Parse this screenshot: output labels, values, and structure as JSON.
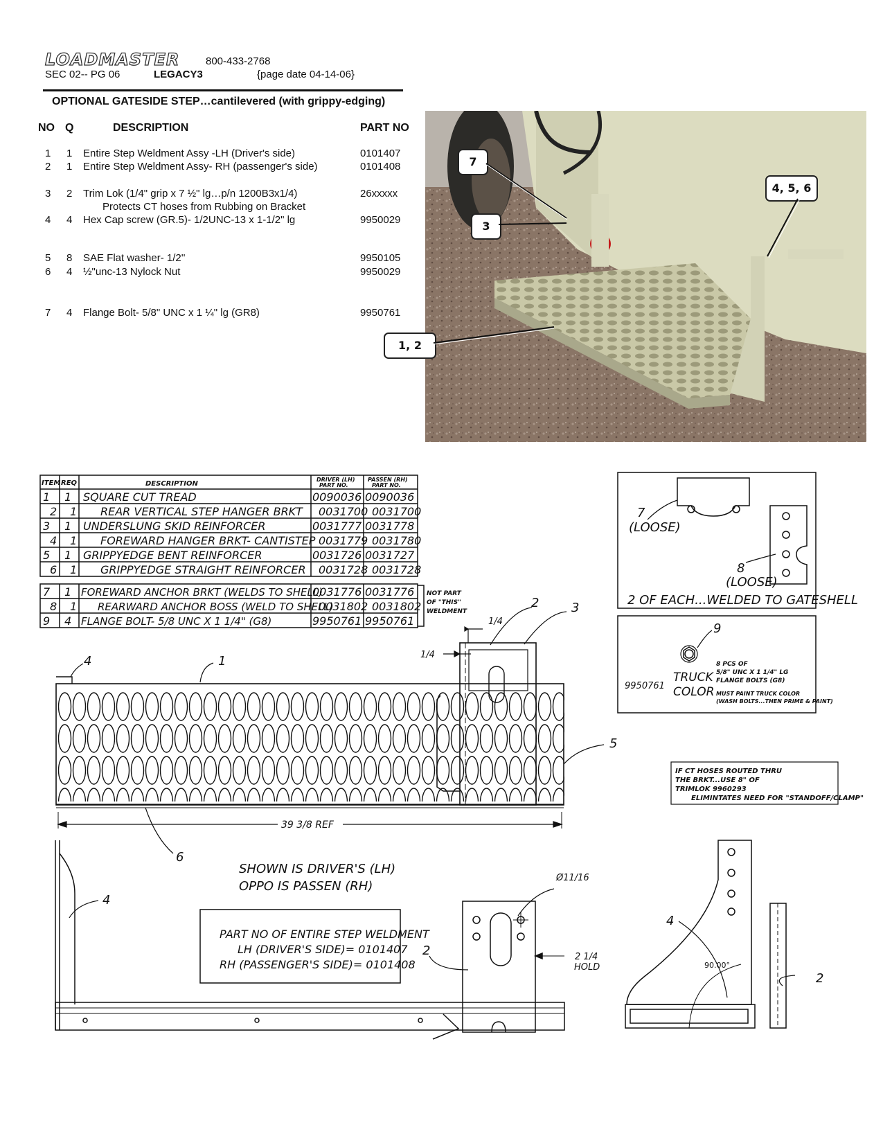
{
  "header": {
    "logo_text": "LOADMASTER",
    "phone": "800-433-2768",
    "section_page": "SEC 02-- PG 06",
    "model": "LEGACY3",
    "page_date": "{page date 04-14-06}"
  },
  "section_title": "OPTIONAL GATESIDE STEP…cantilevered (with grippy-edging)",
  "parts_list": {
    "headers": {
      "no": "NO",
      "q": "Q",
      "description": "DESCRIPTION",
      "part_no": "PART NO"
    },
    "rows": [
      {
        "no": "1",
        "q": "1",
        "description": "Entire Step Weldment Assy -LH (Driver's side)",
        "part_no": "0101407"
      },
      {
        "no": "2",
        "q": "1",
        "description": "Entire Step Weldment Assy- RH (passenger's side)",
        "part_no": "0101408"
      },
      {
        "no": "3",
        "q": "2",
        "description": "Trim Lok (1/4\" grip x 7 ½\" lg…p/n 1200B3x1/4)",
        "part_no": "26xxxxx"
      },
      {
        "no": "",
        "q": "",
        "description": "Protects CT hoses from Rubbing on Bracket",
        "part_no": ""
      },
      {
        "no": "4",
        "q": "4",
        "description": "Hex Cap screw (GR.5)- 1/2UNC-13 x 1-1/2\" lg",
        "part_no": "9950029"
      },
      {
        "no": "5",
        "q": "8",
        "description": "SAE Flat washer- 1/2''",
        "part_no": "9950105"
      },
      {
        "no": "6",
        "q": "4",
        "description": "½\"unc-13 Nylock Nut",
        "part_no": "9950029"
      },
      {
        "no": "7",
        "q": "4",
        "description": "Flange Bolt- 5/8\" UNC x 1 ¼\" lg (GR8)",
        "part_no": "9950761"
      }
    ]
  },
  "photo_callouts": [
    "7",
    "3",
    "4, 5, 6",
    "1, 2"
  ],
  "drawing": {
    "bom_headers": {
      "item": "ITEM",
      "req": "REQ",
      "description": "DESCRIPTION",
      "driver": "DRIVER (LH)",
      "driver2": "PART NO.",
      "passen": "PASSEN (RH)",
      "passen2": "PART NO."
    },
    "bom_rows": [
      {
        "item": "1",
        "req": "1",
        "description": "SQUARE CUT TREAD",
        "lh": "0090036",
        "rh": "0090036"
      },
      {
        "item": "2",
        "req": "1",
        "description": "REAR VERTICAL STEP HANGER BRKT",
        "lh": "0031700",
        "rh": "0031700"
      },
      {
        "item": "3",
        "req": "1",
        "description": "UNDERSLUNG SKID REINFORCER",
        "lh": "0031777",
        "rh": "0031778"
      },
      {
        "item": "4",
        "req": "1",
        "description": "FOREWARD HANGER BRKT- CANTISTEP",
        "lh": "0031779",
        "rh": "0031780"
      },
      {
        "item": "5",
        "req": "1",
        "description": "GRIPPYEDGE BENT REINFORCER",
        "lh": "0031726",
        "rh": "0031727"
      },
      {
        "item": "6",
        "req": "1",
        "description": "GRIPPYEDGE STRAIGHT REINFORCER",
        "lh": "0031728",
        "rh": "0031728"
      }
    ],
    "bom_rows_extra": [
      {
        "item": "7",
        "req": "1",
        "description": "FOREWARD ANCHOR BRKT (WELDS TO SHELL)",
        "lh": "0031776",
        "rh": "0031776"
      },
      {
        "item": "8",
        "req": "1",
        "description": "REARWARD ANCHOR BOSS (WELD TO SHELL)",
        "lh": "0031802",
        "rh": "0031802"
      },
      {
        "item": "9",
        "req": "4",
        "description": "FLANGE BOLT- 5/8 UNC X 1 1/4\" (G8)",
        "lh": "9950761",
        "rh": "9950761"
      }
    ],
    "not_part_note": [
      "NOT PART",
      "OF \"THIS\"",
      "WELDMENT"
    ],
    "anchor_box": {
      "label7": "7",
      "loose7": "(LOOSE)",
      "label8": "8",
      "loose8": "(LOOSE)",
      "caption": "2 OF EACH...WELDED TO GATESHELL"
    },
    "bolt_box": {
      "label": "9",
      "part": "9950761",
      "truck": "TRUCK",
      "color": "COLOR",
      "pcs1": "8 PCS OF",
      "pcs2": "5/8\" UNC X 1 1/4\" LG",
      "pcs3": "FLANGE BOLTS (G8)",
      "paint1": "MUST PAINT TRUCK COLOR",
      "paint2": "(WASH BOLTS...THEN PRIME & PAINT)"
    },
    "hose_note": [
      "IF CT HOSES ROUTED THRU",
      "THE BRKT...USE 8\" OF",
      "TRIMLOK 9960293",
      "ELIMINTATES NEED FOR \"STANDOFF/CLAMP\""
    ],
    "dims": {
      "quarter1": "1/4",
      "quarter2": "1/4",
      "length": "39 3/8 REF",
      "hole": "Ø11/16",
      "hold1": "2 1/4",
      "hold2": "HOLD",
      "angle": "90.00°"
    },
    "labels": {
      "l1": "1",
      "l2a": "2",
      "l3": "3",
      "l4a": "4",
      "l5": "5",
      "l6": "6",
      "l4b": "4",
      "l2b": "2",
      "l4c": "4",
      "l2c": "2"
    },
    "shown_note": [
      "SHOWN IS DRIVER'S (LH)",
      "OPPO IS PASSEN (RH)"
    ],
    "weldment_box": [
      "PART NO OF ENTIRE STEP WELDMENT",
      "LH (DRIVER'S SIDE)= 0101407",
      "RH (PASSENGER'S SIDE)= 0101408"
    ]
  }
}
